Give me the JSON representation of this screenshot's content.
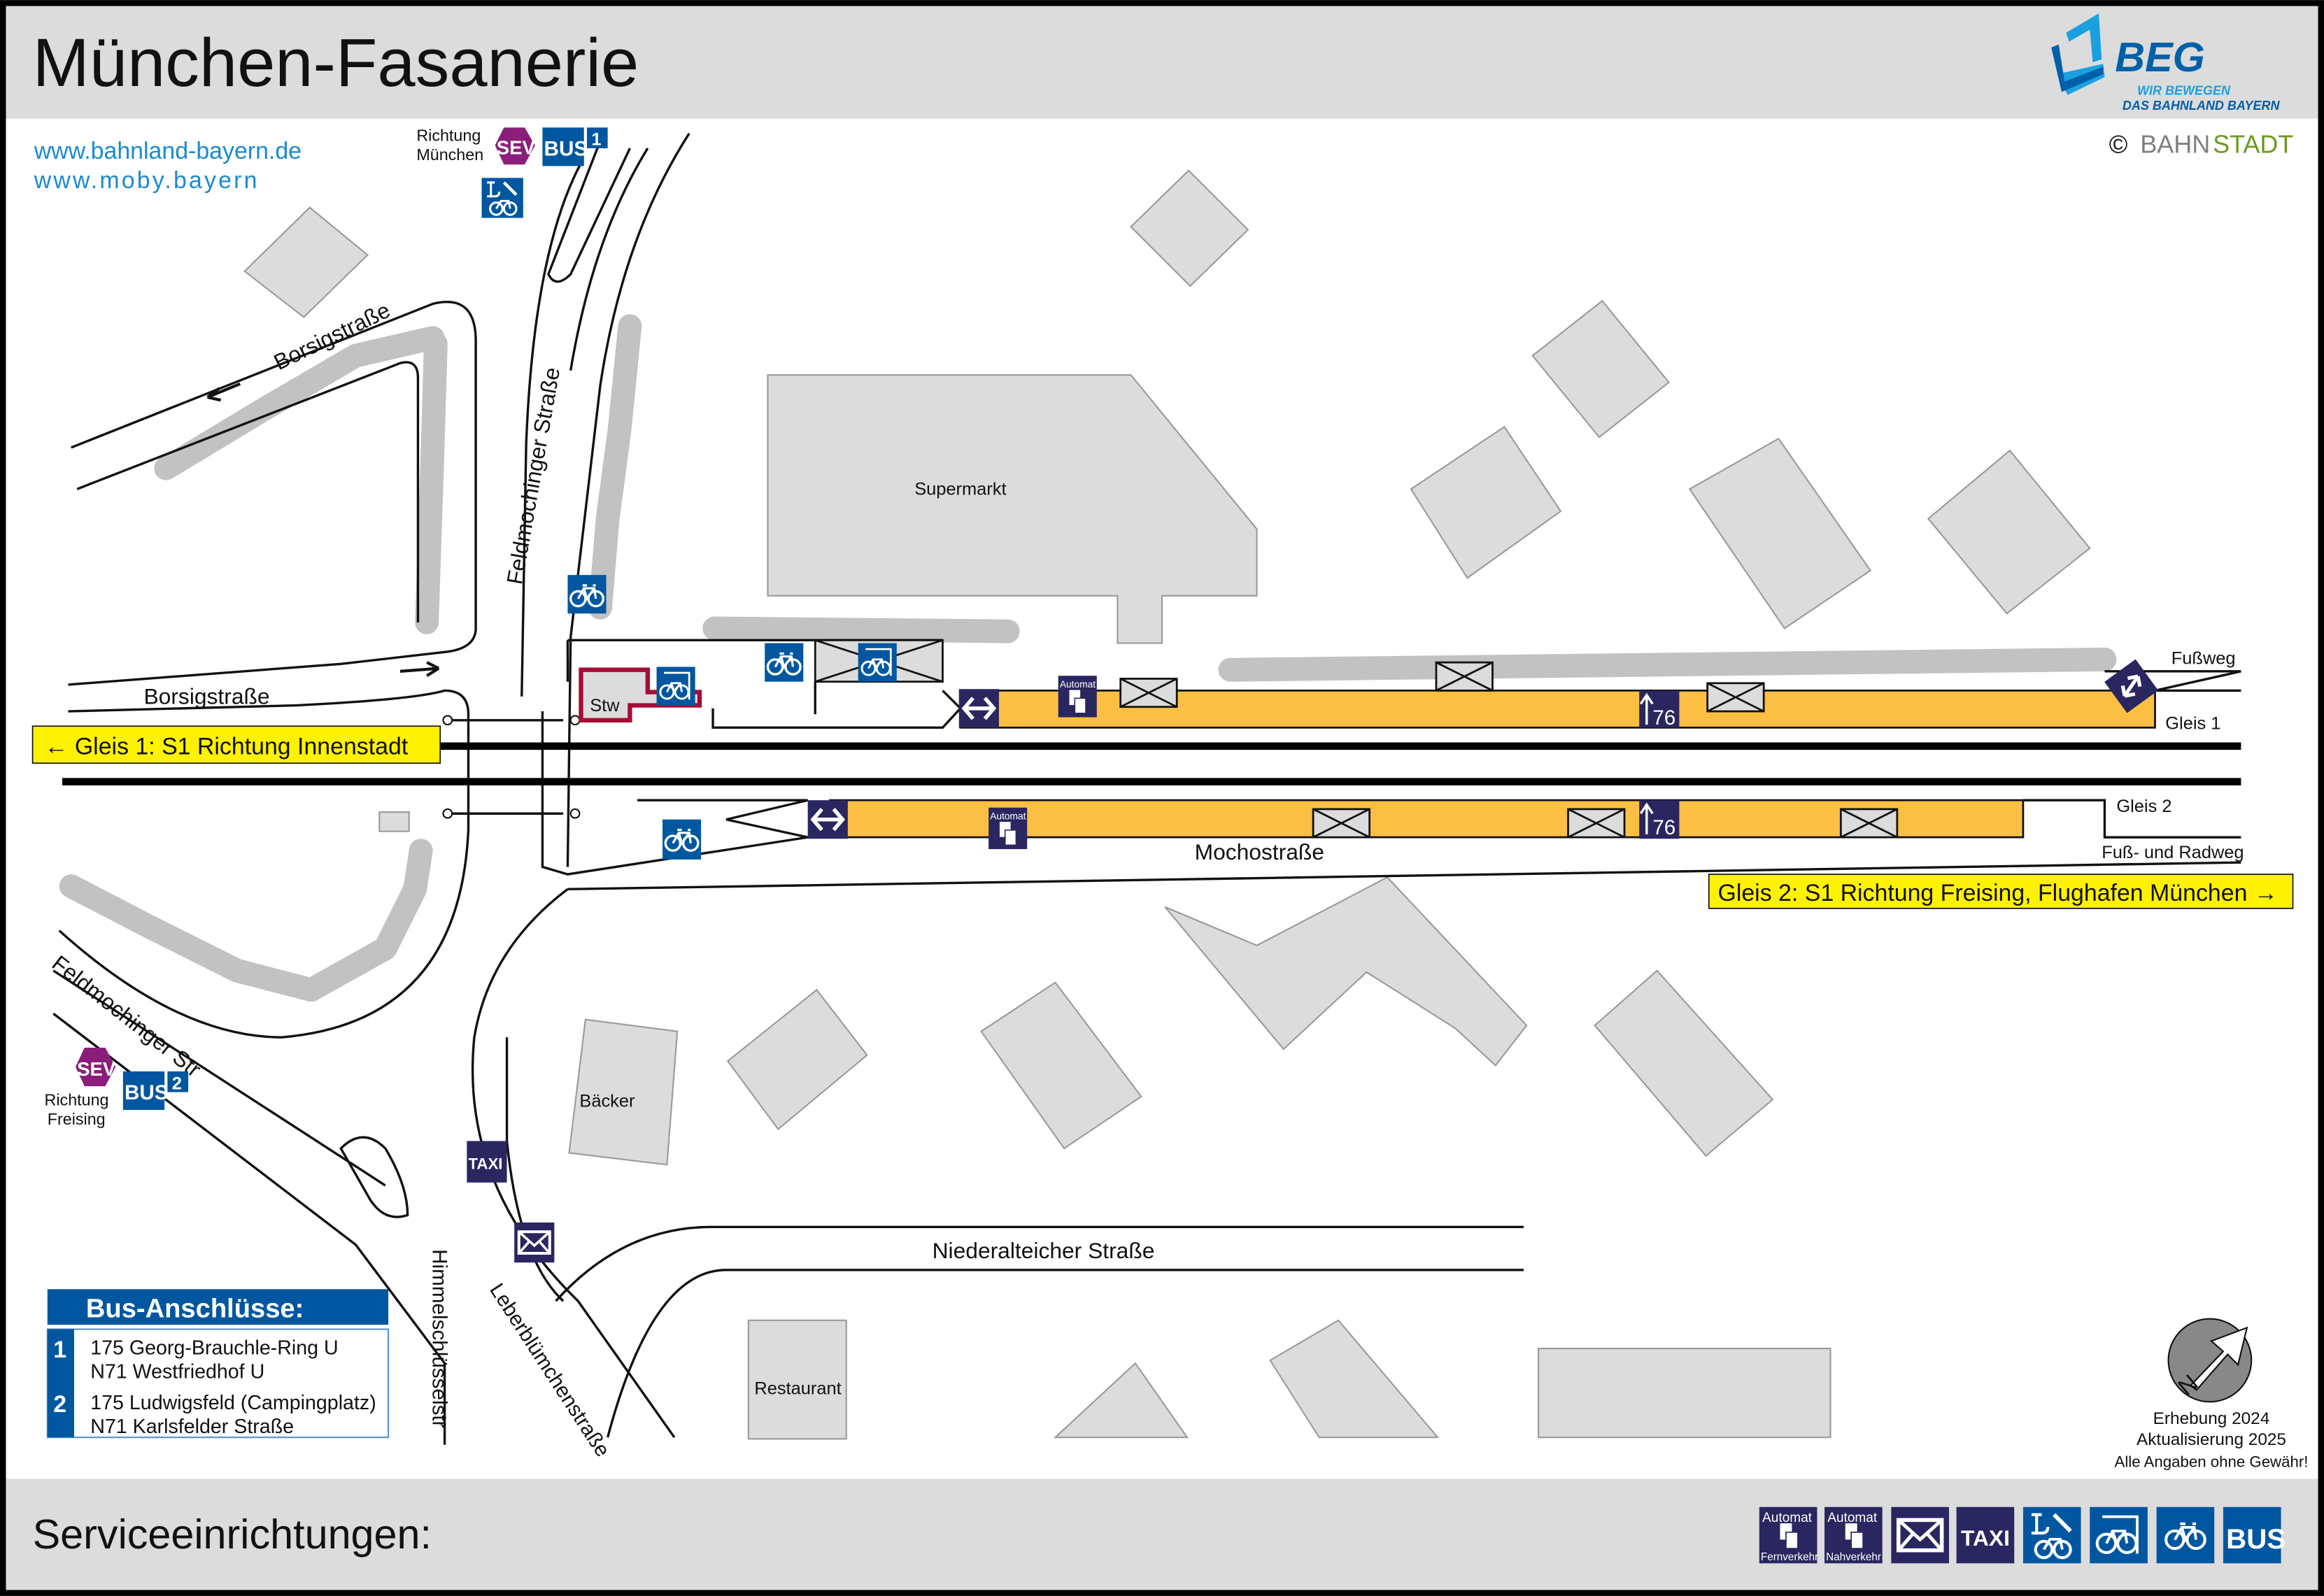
{
  "header": {
    "title": "München-Fasanerie",
    "urls": [
      "www.bahnland-bayern.de",
      "www.moby.bayern"
    ],
    "logo": {
      "name": "BEG",
      "tagline1": "WIR BEWEGEN",
      "tagline2": "DAS BAHNLAND BAYERN"
    },
    "copyright": {
      "symbol": "©",
      "part1": "BAHN",
      "part2": "STADT"
    }
  },
  "colors": {
    "platform": "#fbbf44",
    "sign_blue": "#0057a0",
    "sign_navy": "#2a2660",
    "sev": "#8b1e7a",
    "stw": "#a50d34",
    "gleis_sign": "#fff200",
    "header_bg": "#dcdcdc"
  },
  "streets": {
    "borsig_diag": "Borsigstraße",
    "borsig_horiz": "Borsigstraße",
    "feldmochinger_vert": "Feldmochinger Straße",
    "feldmochinger_diag": "Feldmochinger Str",
    "himmelschluessel": "Himmelschlüsselstr",
    "leberbluemchen": "Leberblümchenstraße",
    "niederalteicher": "Niederalteicher Straße",
    "mocho": "Mochostraße",
    "fussweg": "Fußweg",
    "fuss_radweg": "Fuß- und Radweg"
  },
  "places": {
    "supermarkt": "Supermarkt",
    "baecker": "Bäcker",
    "restaurant": "Restaurant",
    "stw": "Stw"
  },
  "tracks": {
    "gleis1_label": "Gleis 1",
    "gleis2_label": "Gleis 2",
    "gleis1_sign": "←  Gleis 1: S1 Richtung Innenstadt",
    "gleis2_sign": "Gleis 2: S1 Richtung Freising, Flughafen München →",
    "exit_number": "76"
  },
  "stops": {
    "north": {
      "line1": "Richtung",
      "line2": "München",
      "sev": "SEV",
      "bus": "BUS",
      "number": "1"
    },
    "south": {
      "line1": "Richtung",
      "line2": "Freising",
      "sev": "SEV",
      "bus": "BUS",
      "number": "2"
    }
  },
  "icons": {
    "automat": "Automat",
    "taxi": "TAXI"
  },
  "bus_connections": {
    "title": "Bus-Anschlüsse:",
    "stops": [
      {
        "number": "1",
        "lines": [
          "175 Georg-Brauchle-Ring U",
          "N71 Westfriedhof U"
        ]
      },
      {
        "number": "2",
        "lines": [
          "175 Ludwigsfeld (Campingplatz)",
          "N71 Karlsfelder Straße"
        ]
      }
    ]
  },
  "info": {
    "survey": "Erhebung 2024",
    "update": "Aktualisierung 2025",
    "disclaimer": "Alle Angaben ohne Gewähr!",
    "compass": "N"
  },
  "footer": {
    "title": "Serviceeinrichtungen:",
    "legend": [
      {
        "icon": "ticket-machine-long-distance-icon",
        "top": "Automat",
        "bottom": "Fernverkehr"
      },
      {
        "icon": "ticket-machine-local-icon",
        "top": "Automat",
        "bottom": "Nahverkehr"
      },
      {
        "icon": "mailbox-icon"
      },
      {
        "icon": "taxi-icon",
        "label": "TAXI"
      },
      {
        "icon": "bike-repair-icon"
      },
      {
        "icon": "bike-parking-covered-icon"
      },
      {
        "icon": "bike-parking-icon"
      },
      {
        "icon": "bus-icon",
        "label": "BUS"
      }
    ]
  }
}
